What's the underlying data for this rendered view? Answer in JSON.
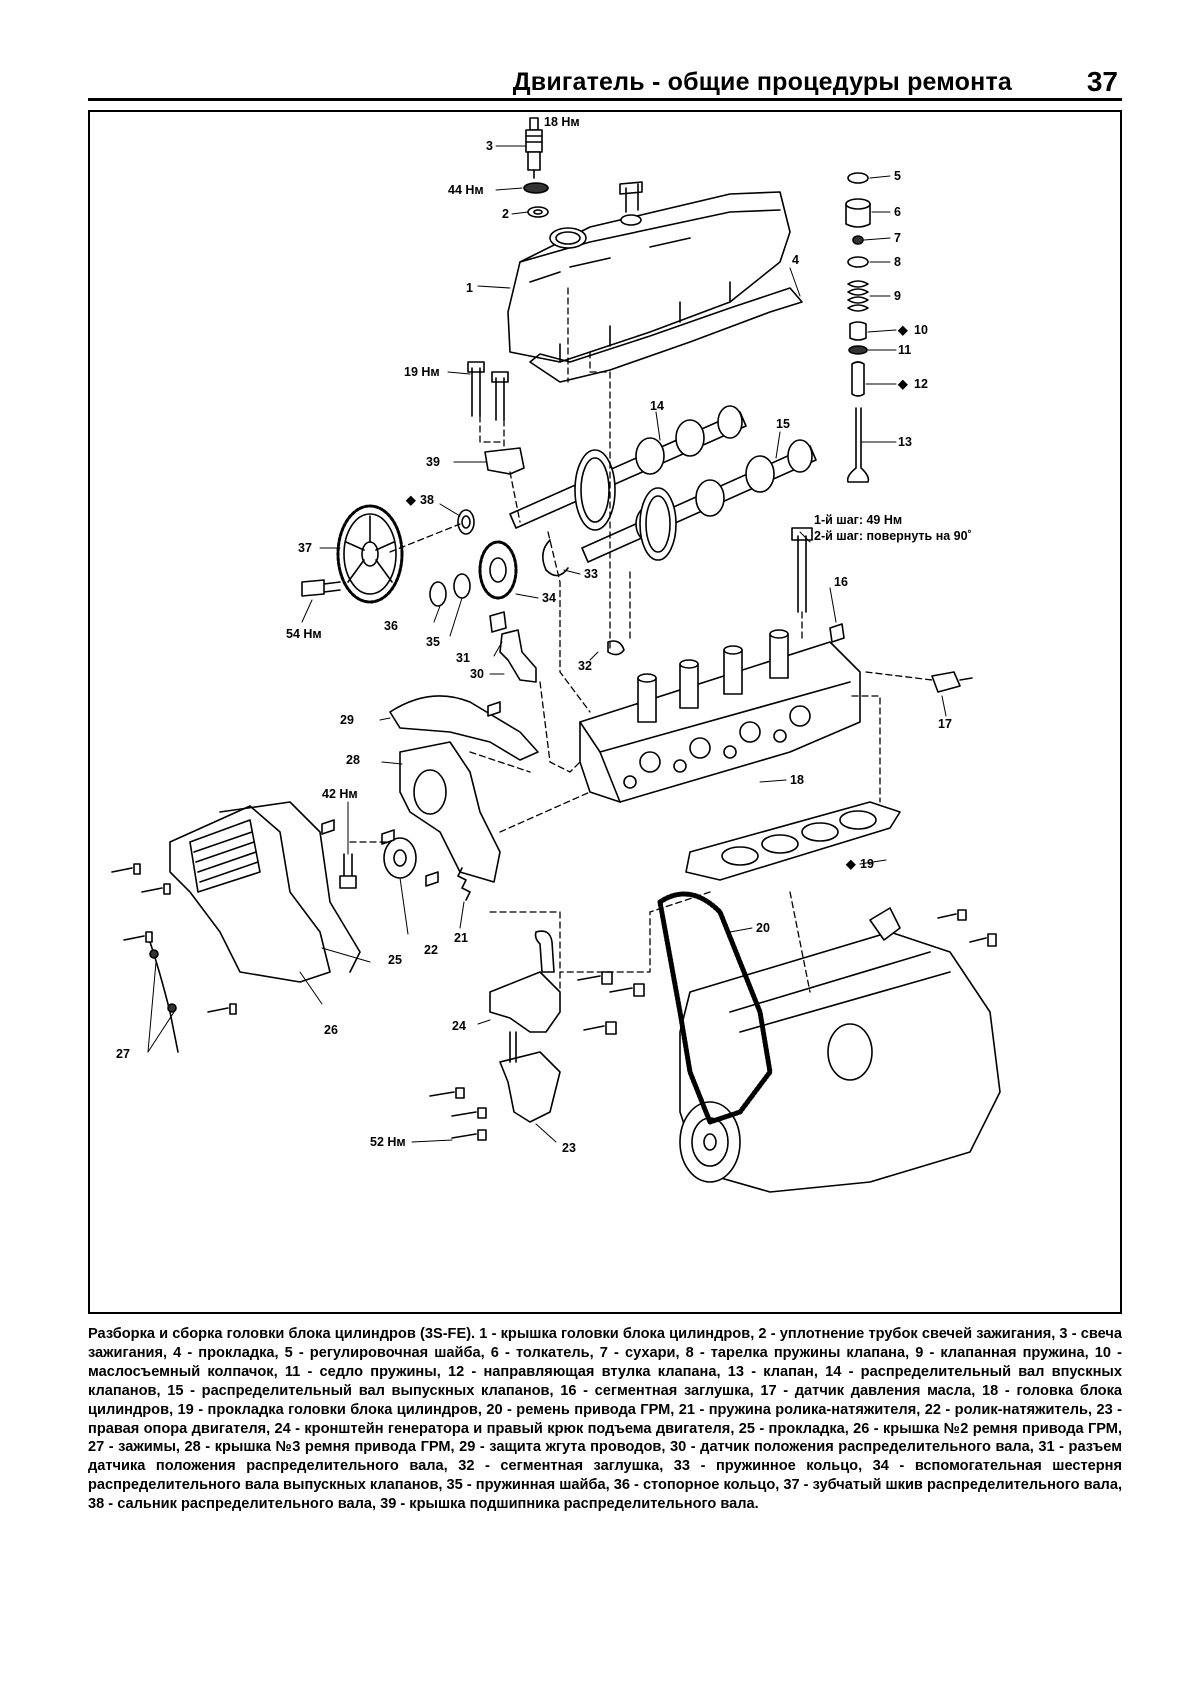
{
  "header": {
    "title": "Двигатель - общие процедуры ремонта",
    "page_number": "37"
  },
  "diagram": {
    "callouts": {
      "c1": "1",
      "c2": "2",
      "c3": "3",
      "c4": "4",
      "c5": "5",
      "c6": "6",
      "c7": "7",
      "c8": "8",
      "c9": "9",
      "c10": "10",
      "c11": "11",
      "c12": "12",
      "c13": "13",
      "c14": "14",
      "c15": "15",
      "c16": "16",
      "c17": "17",
      "c18": "18",
      "c19": "19",
      "c20": "20",
      "c21": "21",
      "c22": "22",
      "c23": "23",
      "c24": "24",
      "c25": "25",
      "c26": "26",
      "c27": "27",
      "c28": "28",
      "c29": "29",
      "c30": "30",
      "c31": "31",
      "c32": "32",
      "c33": "33",
      "c34": "34",
      "c35": "35",
      "c36": "36",
      "c37": "37",
      "c38": "38",
      "c39": "39"
    },
    "torques": {
      "t_18": "18 Нм",
      "t_44": "44 Нм",
      "t_19": "19 Нм",
      "t_54": "54 Нм",
      "t_42": "42 Нм",
      "t_52": "52 Нм",
      "step1": "1-й шаг: 49 Нм",
      "step2": "2-й шаг: повернуть на 90˚"
    },
    "replace_marker": "◆"
  },
  "caption": {
    "text": "Разборка и сборка головки блока цилиндров (3S-FE). 1 - крышка головки блока цилиндров, 2 - уплотнение трубок свечей зажигания, 3 - свеча зажигания, 4 - прокладка, 5 - регулировочная шайба, 6 - толкатель, 7 - сухари, 8 - тарелка пружины клапана, 9 - клапанная пружина, 10 - маслосъемный колпачок, 11 - седло пружины, 12 - направляющая втулка клапана, 13 - клапан, 14 - распределительный вал впускных клапанов, 15 - распределительный вал выпускных клапанов, 16 - сегментная заглушка, 17 - датчик давления масла, 18 - головка блока цилиндров, 19 - прокладка головки блока цилиндров, 20 - ремень привода ГРМ, 21 - пружина ролика-натяжителя, 22 - ролик-натяжитель, 23 - правая опора двигателя, 24 - кронштейн генератора и правый крюк подъема двигателя, 25 - прокладка, 26 - крышка №2 ремня привода ГРМ, 27 - зажимы, 28 - крышка №3 ремня привода ГРМ, 29 - защита жгута проводов, 30 - датчик положения распределительного вала, 31 - разъем датчика положения распределительного вала, 32 - сегментная заглушка, 33 - пружинное кольцо, 34 - вспомогательная шестерня распределительного вала выпускных клапанов, 35 - пружинная шайба, 36 - стопорное кольцо, 37 - зубчатый шкив распределительного вала, 38 - сальник распределительного вала, 39 - крышка подшипника распределительного вала."
  }
}
